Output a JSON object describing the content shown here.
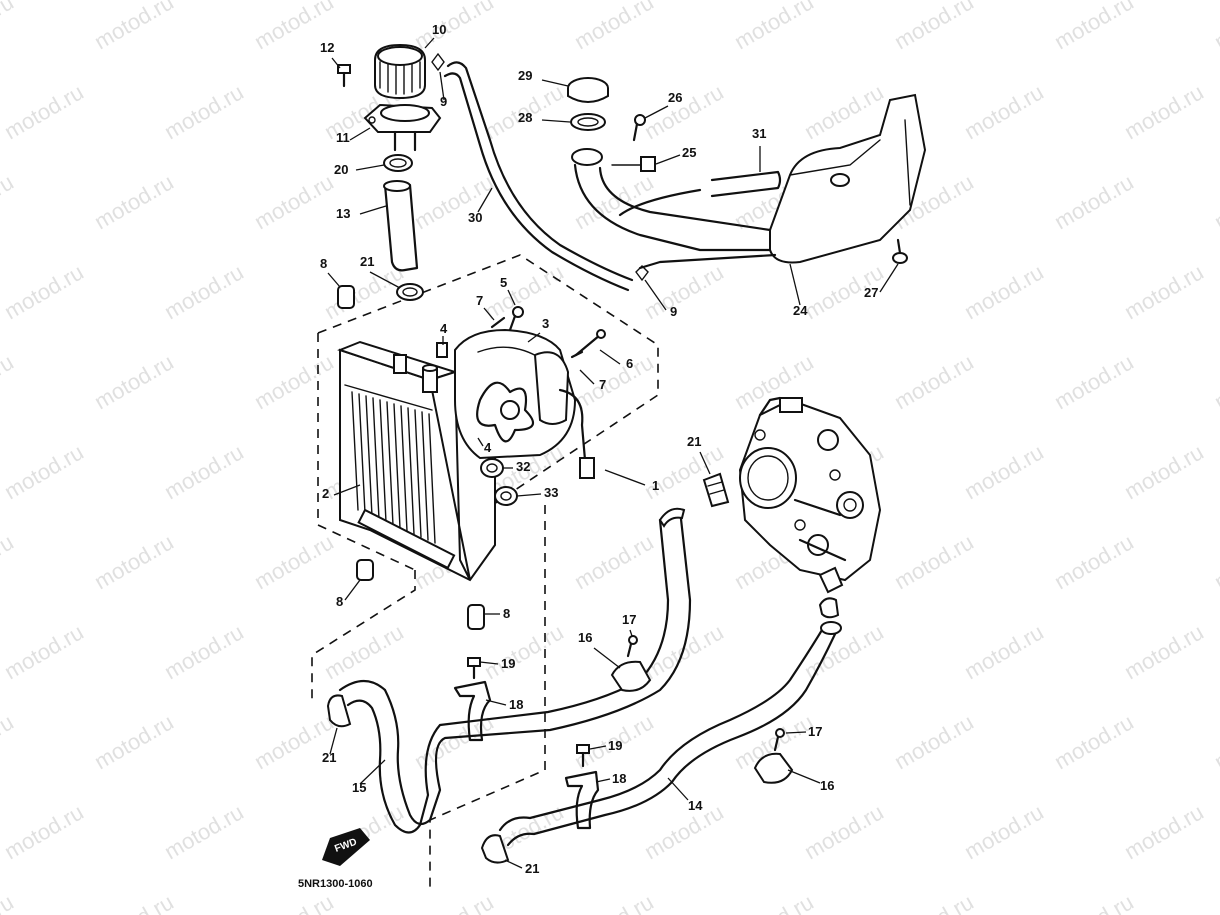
{
  "watermark_text": "motod.ru",
  "drawing_code": "5NR1300-1060",
  "fwd_label": "FWD",
  "callouts": [
    {
      "id": "c1",
      "label": "1"
    },
    {
      "id": "c2",
      "label": "2"
    },
    {
      "id": "c3",
      "label": "3"
    },
    {
      "id": "c4a",
      "label": "4"
    },
    {
      "id": "c4b",
      "label": "4"
    },
    {
      "id": "c5",
      "label": "5"
    },
    {
      "id": "c6",
      "label": "6"
    },
    {
      "id": "c7a",
      "label": "7"
    },
    {
      "id": "c7b",
      "label": "7"
    },
    {
      "id": "c8a",
      "label": "8"
    },
    {
      "id": "c8b",
      "label": "8"
    },
    {
      "id": "c8c",
      "label": "8"
    },
    {
      "id": "c9a",
      "label": "9"
    },
    {
      "id": "c9b",
      "label": "9"
    },
    {
      "id": "c10",
      "label": "10"
    },
    {
      "id": "c11",
      "label": "11"
    },
    {
      "id": "c12",
      "label": "12"
    },
    {
      "id": "c13",
      "label": "13"
    },
    {
      "id": "c14",
      "label": "14"
    },
    {
      "id": "c15",
      "label": "15"
    },
    {
      "id": "c16a",
      "label": "16"
    },
    {
      "id": "c16b",
      "label": "16"
    },
    {
      "id": "c17a",
      "label": "17"
    },
    {
      "id": "c17b",
      "label": "17"
    },
    {
      "id": "c18a",
      "label": "18"
    },
    {
      "id": "c18b",
      "label": "18"
    },
    {
      "id": "c19a",
      "label": "19"
    },
    {
      "id": "c19b",
      "label": "19"
    },
    {
      "id": "c20",
      "label": "20"
    },
    {
      "id": "c21a",
      "label": "21"
    },
    {
      "id": "c21b",
      "label": "21"
    },
    {
      "id": "c21c",
      "label": "21"
    },
    {
      "id": "c21d",
      "label": "21"
    },
    {
      "id": "c24",
      "label": "24"
    },
    {
      "id": "c25",
      "label": "25"
    },
    {
      "id": "c26",
      "label": "26"
    },
    {
      "id": "c27",
      "label": "27"
    },
    {
      "id": "c28",
      "label": "28"
    },
    {
      "id": "c29",
      "label": "29"
    },
    {
      "id": "c30",
      "label": "30"
    },
    {
      "id": "c31",
      "label": "31"
    },
    {
      "id": "c32",
      "label": "32"
    },
    {
      "id": "c33",
      "label": "33"
    }
  ]
}
